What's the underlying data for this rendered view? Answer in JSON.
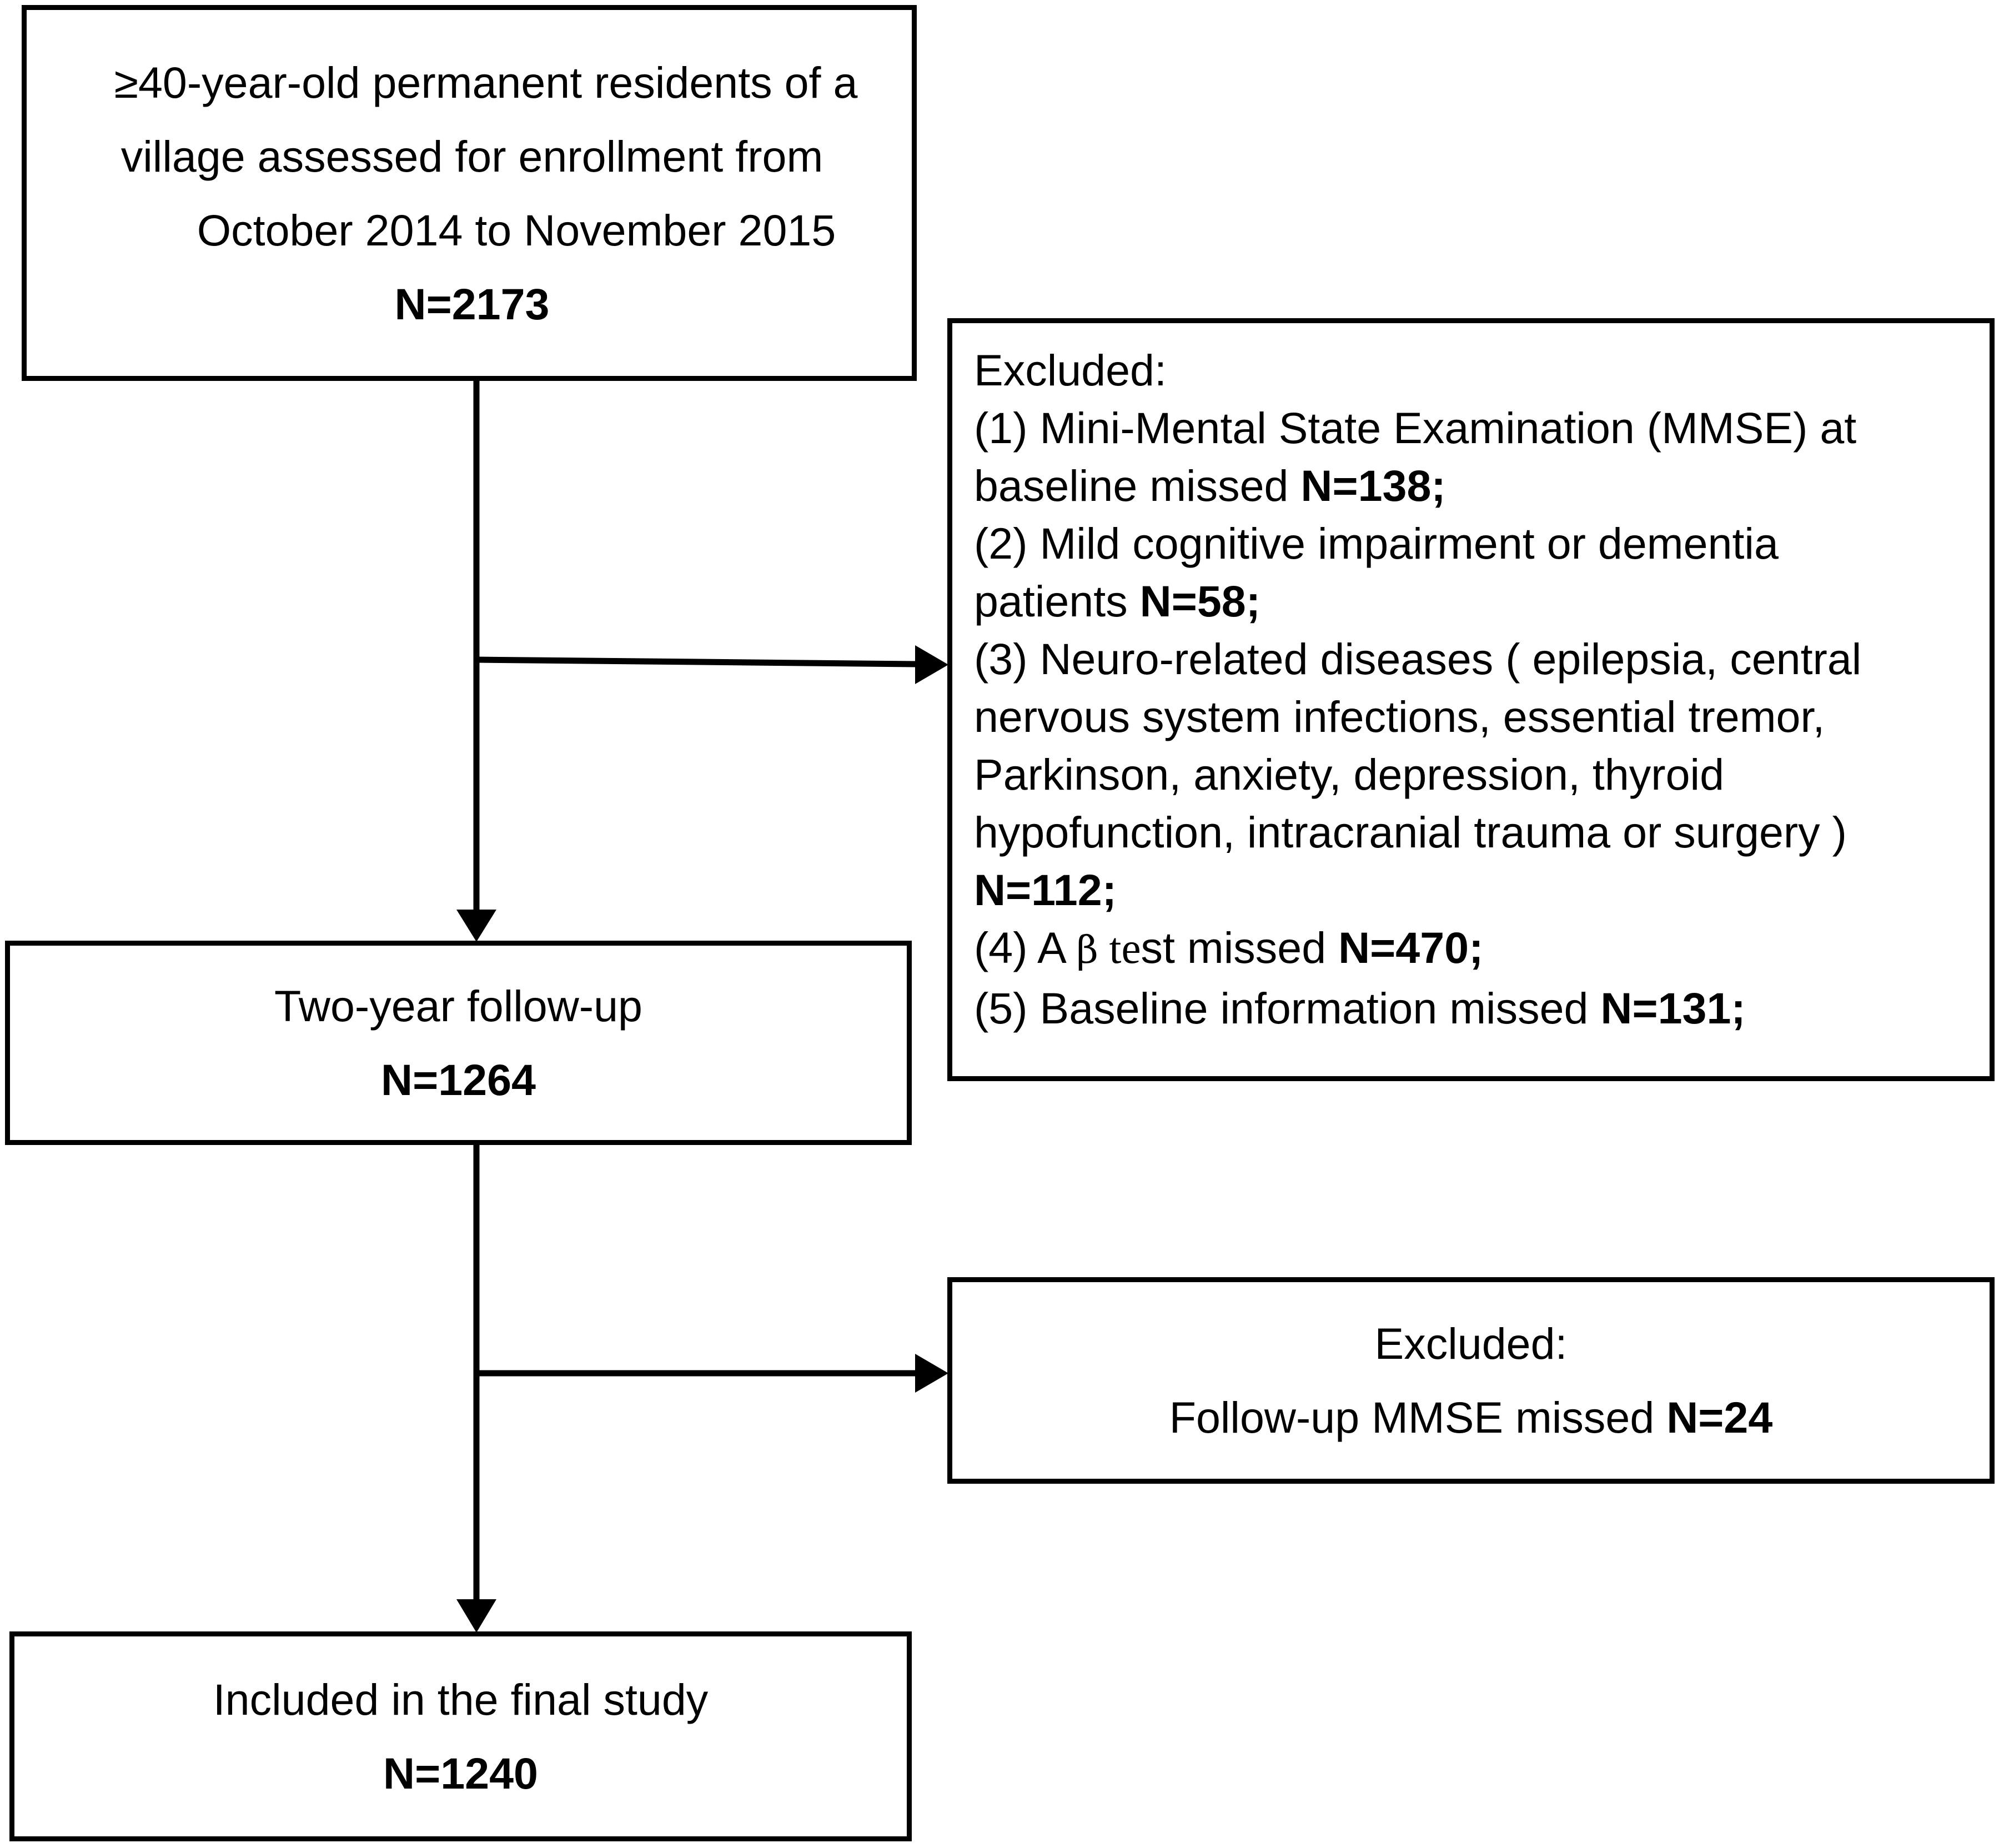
{
  "enrollment": {
    "line1": "≥40-year-old permanent residents of a",
    "line2": "village assessed for enrollment  from",
    "line3": "October 2014 to November 2015",
    "count": "N=2173"
  },
  "exclusion_1": {
    "heading": "Excluded:",
    "item1_text_a": "(1) Mini-Mental State Examination (MMSE) at",
    "item1_text_b": "baseline missed ",
    "item1_count": "N=138;",
    "item2_text_a": "(2) Mild cognitive impairment or dementia",
    "item2_text_b": "patients ",
    "item2_count": "N=58;",
    "item3_text_a": "(3) Neuro-related diseases ( epilepsia, central",
    "item3_text_b": "nervous system infections, essential tremor,",
    "item3_text_c": "Parkinson, anxiety, depression, thyroid",
    "item3_text_d": "hypofunction, intracranial trauma or surgery )",
    "item3_count": "N=112;",
    "item4_prefix": "(4) A ",
    "item4_beta": "β",
    "item4_te": " te",
    "item4_suffix": "st missed ",
    "item4_count": "N=470;",
    "item5_text": "(5) Baseline information missed ",
    "item5_count": "N=131;"
  },
  "followup": {
    "label": "Two-year follow-up",
    "count": "N=1264"
  },
  "exclusion_2": {
    "heading": "Excluded:",
    "text": "Follow-up MMSE missed ",
    "count": "N=24"
  },
  "final": {
    "label": "Included in the final study",
    "count": "N=1240"
  }
}
